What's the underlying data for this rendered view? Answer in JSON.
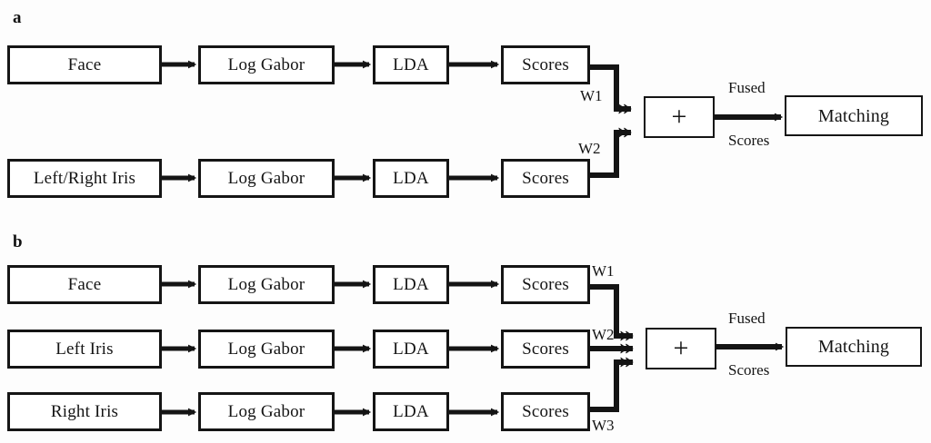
{
  "figure": {
    "background": "#fdfdfd",
    "stroke_color": "#141414",
    "box_fill": "#ffffff"
  },
  "panels": [
    {
      "id": "a",
      "label": "a",
      "rows": [
        {
          "id": "a-row-1",
          "modality": "Face",
          "stages": [
            "Face",
            "Log Gabor",
            "LDA",
            "Scores"
          ],
          "weight": "W1"
        },
        {
          "id": "a-row-2",
          "modality": "Left/Right Iris",
          "stages": [
            "Left/Right Iris",
            "Log Gabor",
            "LDA",
            "Scores"
          ],
          "weight": "W2"
        }
      ],
      "fusion": {
        "symbol": "+",
        "output_label_line1": "Fused",
        "output_label_line2": "Scores",
        "sink": "Matching"
      }
    },
    {
      "id": "b",
      "label": "b",
      "rows": [
        {
          "id": "b-row-1",
          "modality": "Face",
          "stages": [
            "Face",
            "Log Gabor",
            "LDA",
            "Scores"
          ],
          "weight": "W1"
        },
        {
          "id": "b-row-2",
          "modality": "Left Iris",
          "stages": [
            "Left Iris",
            "Log Gabor",
            "LDA",
            "Scores"
          ],
          "weight": "W2"
        },
        {
          "id": "b-row-3",
          "modality": "Right Iris",
          "stages": [
            "Right Iris",
            "Log Gabor",
            "LDA",
            "Scores"
          ],
          "weight": "W3"
        }
      ],
      "fusion": {
        "symbol": "+",
        "output_label_line1": "Fused",
        "output_label_line2": "Scores",
        "sink": "Matching"
      }
    }
  ],
  "nodes": {
    "a1_src": "Face",
    "a1_gabor": "Log Gabor",
    "a1_lda": "LDA",
    "a1_scores": "Scores",
    "a2_src": "Left/Right Iris",
    "a2_gabor": "Log Gabor",
    "a2_lda": "LDA",
    "a2_scores": "Scores",
    "a_plus": "+",
    "a_matching": "Matching",
    "b1_src": "Face",
    "b1_gabor": "Log Gabor",
    "b1_lda": "LDA",
    "b1_scores": "Scores",
    "b2_src": "Left Iris",
    "b2_gabor": "Log Gabor",
    "b2_lda": "LDA",
    "b2_scores": "Scores",
    "b3_src": "Right Iris",
    "b3_gabor": "Log Gabor",
    "b3_lda": "LDA",
    "b3_scores": "Scores",
    "b_plus": "+",
    "b_matching": "Matching"
  },
  "edge_labels": {
    "a_w1": "W1",
    "a_w2": "W2",
    "a_fused": "Fused",
    "a_scores": "Scores",
    "b_w1": "W1",
    "b_w2": "W2",
    "b_w3": "W3",
    "b_fused": "Fused",
    "b_scores": "Scores"
  },
  "panel_labels": {
    "a": "a",
    "b": "b"
  }
}
